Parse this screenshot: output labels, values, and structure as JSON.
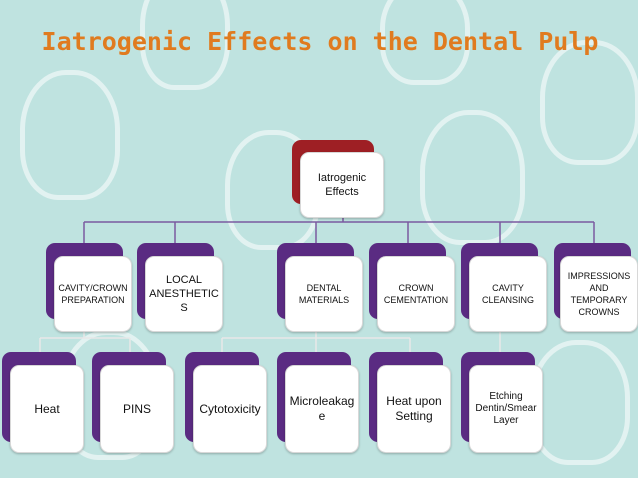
{
  "title": "Iatrogenic Effects on the Dental Pulp",
  "root": "Iatrogenic Effects",
  "categories": [
    "CAVITY/CROWN PREPARATION",
    "LOCAL ANESTHETIC S",
    "DENTAL MATERIALS",
    "CROWN CEMENTATION",
    "CAVITY CLEANSING",
    "IMPRESSIONS AND TEMPORARY CROWNS"
  ],
  "leaves": [
    "Heat",
    "PINS",
    "Cytotoxicity",
    "Microleakag e",
    "Heat upon Setting",
    "Etching Dentin/Smear Layer"
  ],
  "colors": {
    "title": "#e07b1f",
    "root_back": "#9e1f24",
    "node_back": "#5a2b82",
    "background": "#bfe3e0"
  }
}
